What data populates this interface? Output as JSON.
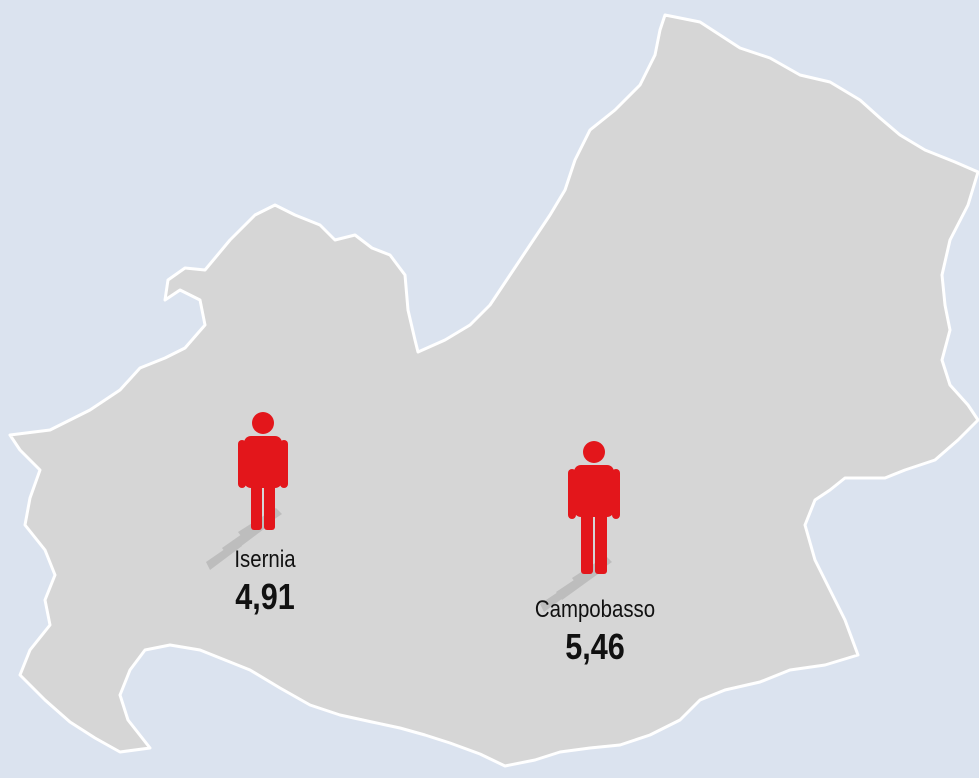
{
  "colors": {
    "background": "#dbe3ef",
    "region_fill": "#d6d6d6",
    "region_stroke": "#ffffff",
    "figure": "#e3161b",
    "shadow": "#b8b8b8"
  },
  "icons": {
    "figure": "person-icon",
    "shadow": "shadow-icon"
  },
  "provinces": [
    {
      "name": "Isernia",
      "value": "4,91"
    },
    {
      "name": "Campobasso",
      "value": "5,46"
    }
  ]
}
